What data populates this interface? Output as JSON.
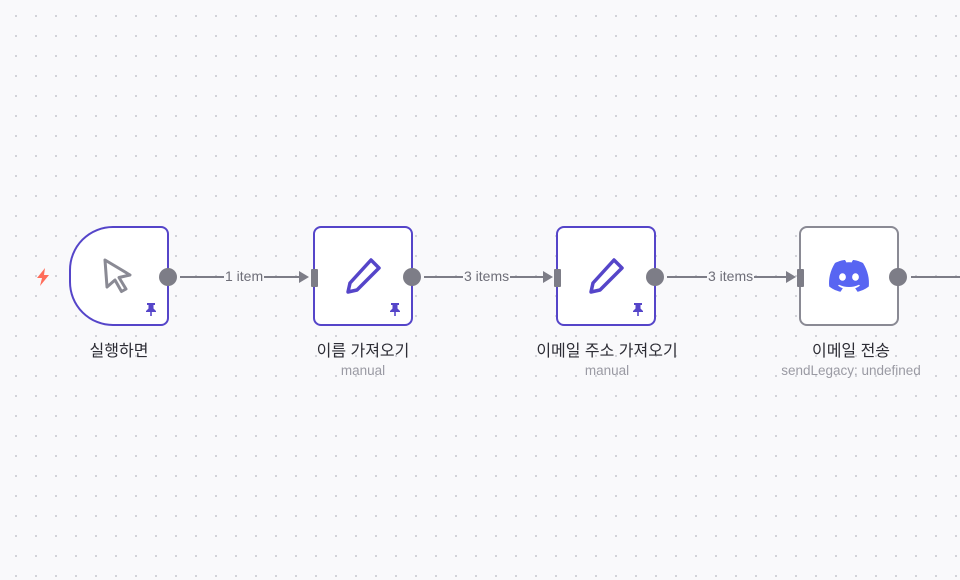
{
  "colors": {
    "accent": "#5545c9",
    "edge": "#7d7d87",
    "trigger_icon": "#ff6d5a",
    "discord": "#5865f2"
  },
  "nodes": [
    {
      "title": "실행하면",
      "subtitle": "",
      "icon": "cursor-pointer-icon",
      "pinned": true
    },
    {
      "title": "이름 가져오기",
      "subtitle": "manual",
      "icon": "pencil-icon",
      "pinned": true
    },
    {
      "title": "이메일 주소 가져오기",
      "subtitle": "manual",
      "icon": "pencil-icon",
      "pinned": true
    },
    {
      "title": "이메일 전송",
      "subtitle": "sendLegacy: undefined",
      "icon": "discord-icon",
      "pinned": false
    }
  ],
  "connections": [
    {
      "label": "1 item"
    },
    {
      "label": "3 items"
    },
    {
      "label": "3 items"
    }
  ]
}
